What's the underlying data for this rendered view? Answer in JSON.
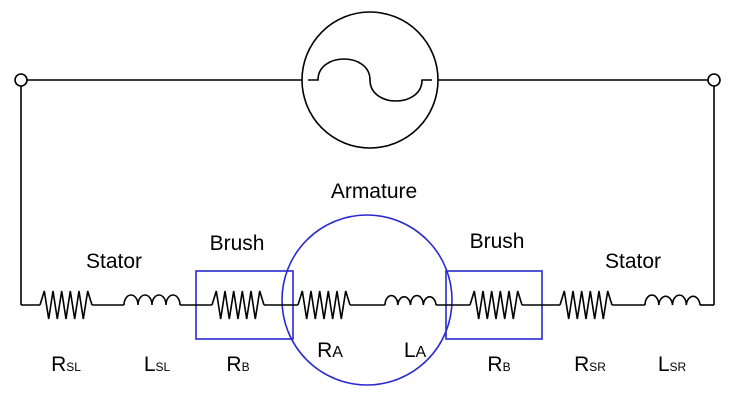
{
  "diagram": {
    "title": "Armature",
    "group_labels": {
      "stator_left": "Stator",
      "brush_left": "Brush",
      "brush_right": "Brush",
      "stator_right": "Stator"
    },
    "components": [
      {
        "id": "rsl",
        "kind": "resistor",
        "letter": "R",
        "sub": "SL"
      },
      {
        "id": "lsl",
        "kind": "inductor",
        "letter": "L",
        "sub": "SL"
      },
      {
        "id": "rb1",
        "kind": "resistor",
        "letter": "R",
        "sub": "B"
      },
      {
        "id": "ra",
        "kind": "resistor",
        "letter": "R",
        "sub": "A"
      },
      {
        "id": "la",
        "kind": "inductor",
        "letter": "L",
        "sub": "A"
      },
      {
        "id": "rb2",
        "kind": "resistor",
        "letter": "R",
        "sub": "B"
      },
      {
        "id": "rsr",
        "kind": "resistor",
        "letter": "R",
        "sub": "SR"
      },
      {
        "id": "lsr",
        "kind": "inductor",
        "letter": "L",
        "sub": "SR"
      }
    ],
    "colors": {
      "wire": "#000000",
      "armature_outline": "#2a2ad0",
      "brush_box": "#2a2ad0"
    },
    "source_icon": "ac-source-icon"
  }
}
